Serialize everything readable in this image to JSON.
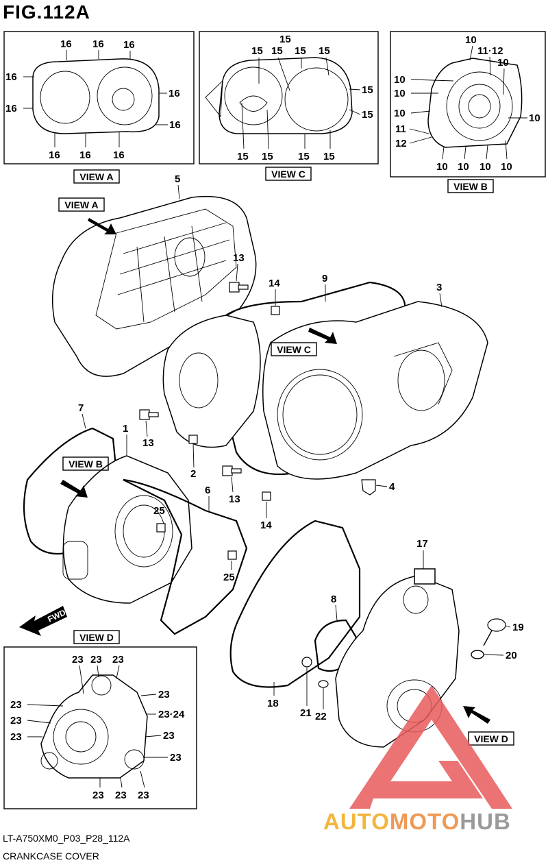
{
  "figure": {
    "title": "FIG.112A",
    "code": "LT-A750XM0_P03_P28_112A",
    "name": "CRANKCASE COVER"
  },
  "view_labels": {
    "a": "VIEW A",
    "b": "VIEW B",
    "c": "VIEW C",
    "d": "VIEW D",
    "fwd": "FWD"
  },
  "watermark": {
    "part1": "AUTO",
    "part2": "MOTO",
    "part3": "HUB",
    "colors": [
      "#f2b640",
      "#ee9a56",
      "#9a9a9a"
    ]
  },
  "callouts": {
    "p1": "1",
    "p2": "2",
    "p3": "3",
    "p4": "4",
    "p5": "5",
    "p6": "6",
    "p7": "7",
    "p8": "8",
    "p9": "9",
    "p13": "13",
    "p14": "14",
    "p17": "17",
    "p18": "18",
    "p19": "19",
    "p20": "20",
    "p21": "21",
    "p22": "22",
    "p25": "25"
  },
  "view_a_numbers": {
    "n16": "16"
  },
  "view_b_numbers": {
    "n10": "10",
    "n11": "11",
    "n12": "12",
    "n11_12": "11·12"
  },
  "view_c_numbers": {
    "n15": "15"
  },
  "view_d_numbers": {
    "n23": "23",
    "n23_24": "23·24"
  }
}
